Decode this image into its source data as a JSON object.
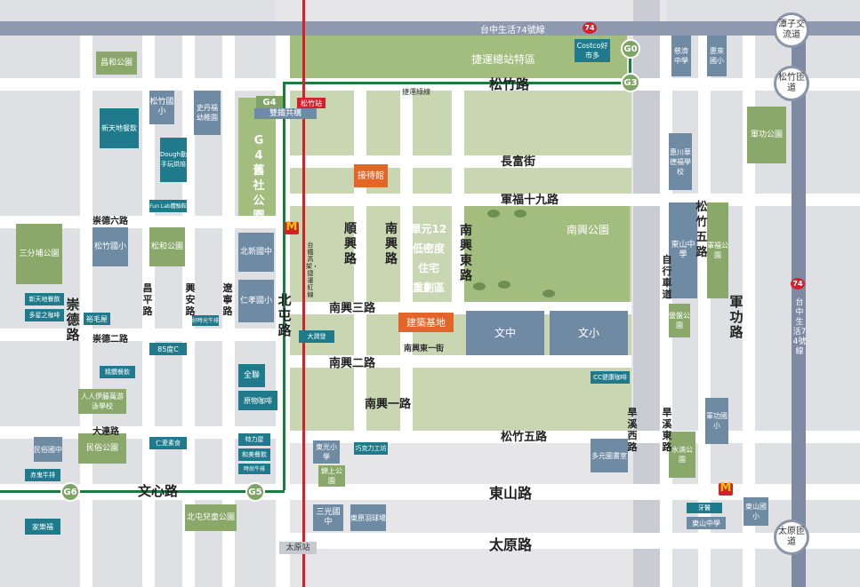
{
  "roads": {
    "highway74": "台中生活74號線",
    "highway74_vertical": "台中生活74號線",
    "highway_num": "74",
    "songzhu": "松竹路",
    "changfu": "長富街",
    "junfu19": "軍福十九路",
    "shunxing": "順興路",
    "nanxing": "南興路",
    "nanxingdong": "南興東路",
    "nanxing3": "南興三路",
    "nanxingdong1": "南興東一街",
    "nanxing2": "南興二路",
    "nanxing1": "南興一路",
    "songzhu5": "松竹五路",
    "songzhu5v": "松竹五路",
    "dongshan": "東山路",
    "taiyuan": "太原路",
    "wenxin": "文心路",
    "beitun": "北屯路",
    "chongde": "崇德路",
    "chongde6": "崇德六路",
    "chongde2": "崇德二路",
    "changping": "昌平路",
    "xingan": "興安路",
    "liaoning": "遼寧路",
    "dalian": "大連路",
    "zixingche": "自行車道",
    "hanxixi": "旱溪西路",
    "hanxidong": "旱溪東路",
    "jungong": "軍功路",
    "jiesu_line": "捷運綠線",
    "tra_line": "台鐵高架・捷運紅線"
  },
  "interchanges": {
    "tanzi": "潭子交流道",
    "songzhu_ramp": "松竹匝道",
    "taiyuan_ramp": "太原匝道"
  },
  "stations": {
    "g0": "G0",
    "g3": "G3",
    "g4": "G4",
    "g5": "G5",
    "g6": "G6",
    "songzhu_stn": "松竹站",
    "shuangtie": "雙鐵共構",
    "taiyuan_stn": "太原站"
  },
  "parks": {
    "g4park": "G4舊社公園",
    "depot": "捷運總站特區",
    "nanxing_park": "南興公園",
    "changhe": "昌和公園",
    "songhe": "松和公園",
    "sanfenpu": "三分埔公園",
    "minsu": "民俗公園",
    "beitun_kids": "北屯兒童公園",
    "jungong_park": "軍功公園",
    "junfu_park": "軍福公園",
    "mouhsing_park": "營盤公園",
    "shuiyun": "水湳公園"
  },
  "project": {
    "zone": "單元12低密度住宅重劃區",
    "zone_l1": "單元12",
    "zone_l2": "低密度",
    "zone_l3": "住宅",
    "zone_l4": "重劃區",
    "site": "建築基地",
    "reception": "接待館"
  },
  "schools": {
    "wenzhong": "文中",
    "wenxiao": "文小",
    "songzhu_elem": "松竹國小",
    "songzhu_elem2": "松竹國小",
    "beixin_jh": "北新國中",
    "renxiao": "仁孝國小",
    "sanguang": "三光國中",
    "dongguang": "東光小學",
    "dongshan_hs": "東山中學",
    "ciji_hs": "慈濟中學",
    "huixi": "惠川華德福學校",
    "jungong_elem": "軍功國小",
    "dongshan_elem": "東山國小",
    "minhua": "民俗國中",
    "songzhu_kinder": "史丹福幼稚園",
    "huilai": "惠來國小"
  },
  "pois": {
    "costco": "Costco好市多",
    "xintiandi": "新天地餐飲",
    "dough": "Dough動手玩烘焙",
    "fun": "Fun Lab體驗館",
    "xintiandi2": "新天地餐飲",
    "duoxing": "多星之咖啡",
    "yuqian": "裕毛屋",
    "b85": "85度C",
    "jingjing": "精饌餐飲",
    "renren": "人人伊藤萬游泳學校",
    "renai": "仁愛素食",
    "chenghuang": "赤鬼牛排",
    "jialefu": "家樂福",
    "quanlian": "全聯",
    "yuanwu": "原物咖啡",
    "tewei": "特力屋",
    "hehe": "和美餐飲",
    "qiaoke": "巧克力工坊",
    "dashouyao": "大潤發",
    "cc": "CC健康咖啡",
    "duoyuan": "多元圖書室",
    "dongyuan": "東原羽球場",
    "shijia": "好時光牛排",
    "mouhsing": "牙醫",
    "zhitu": "時尚牛排",
    "jinshang": "錦上公園"
  },
  "colors": {
    "park": "#a3bd7f",
    "teal": "#1f7a8c",
    "slate": "#6f8aa3",
    "orange": "#e4652a",
    "metro_green": "#1e7a3e",
    "metro_red": "#d5202b",
    "highway": "#7e89a2"
  }
}
